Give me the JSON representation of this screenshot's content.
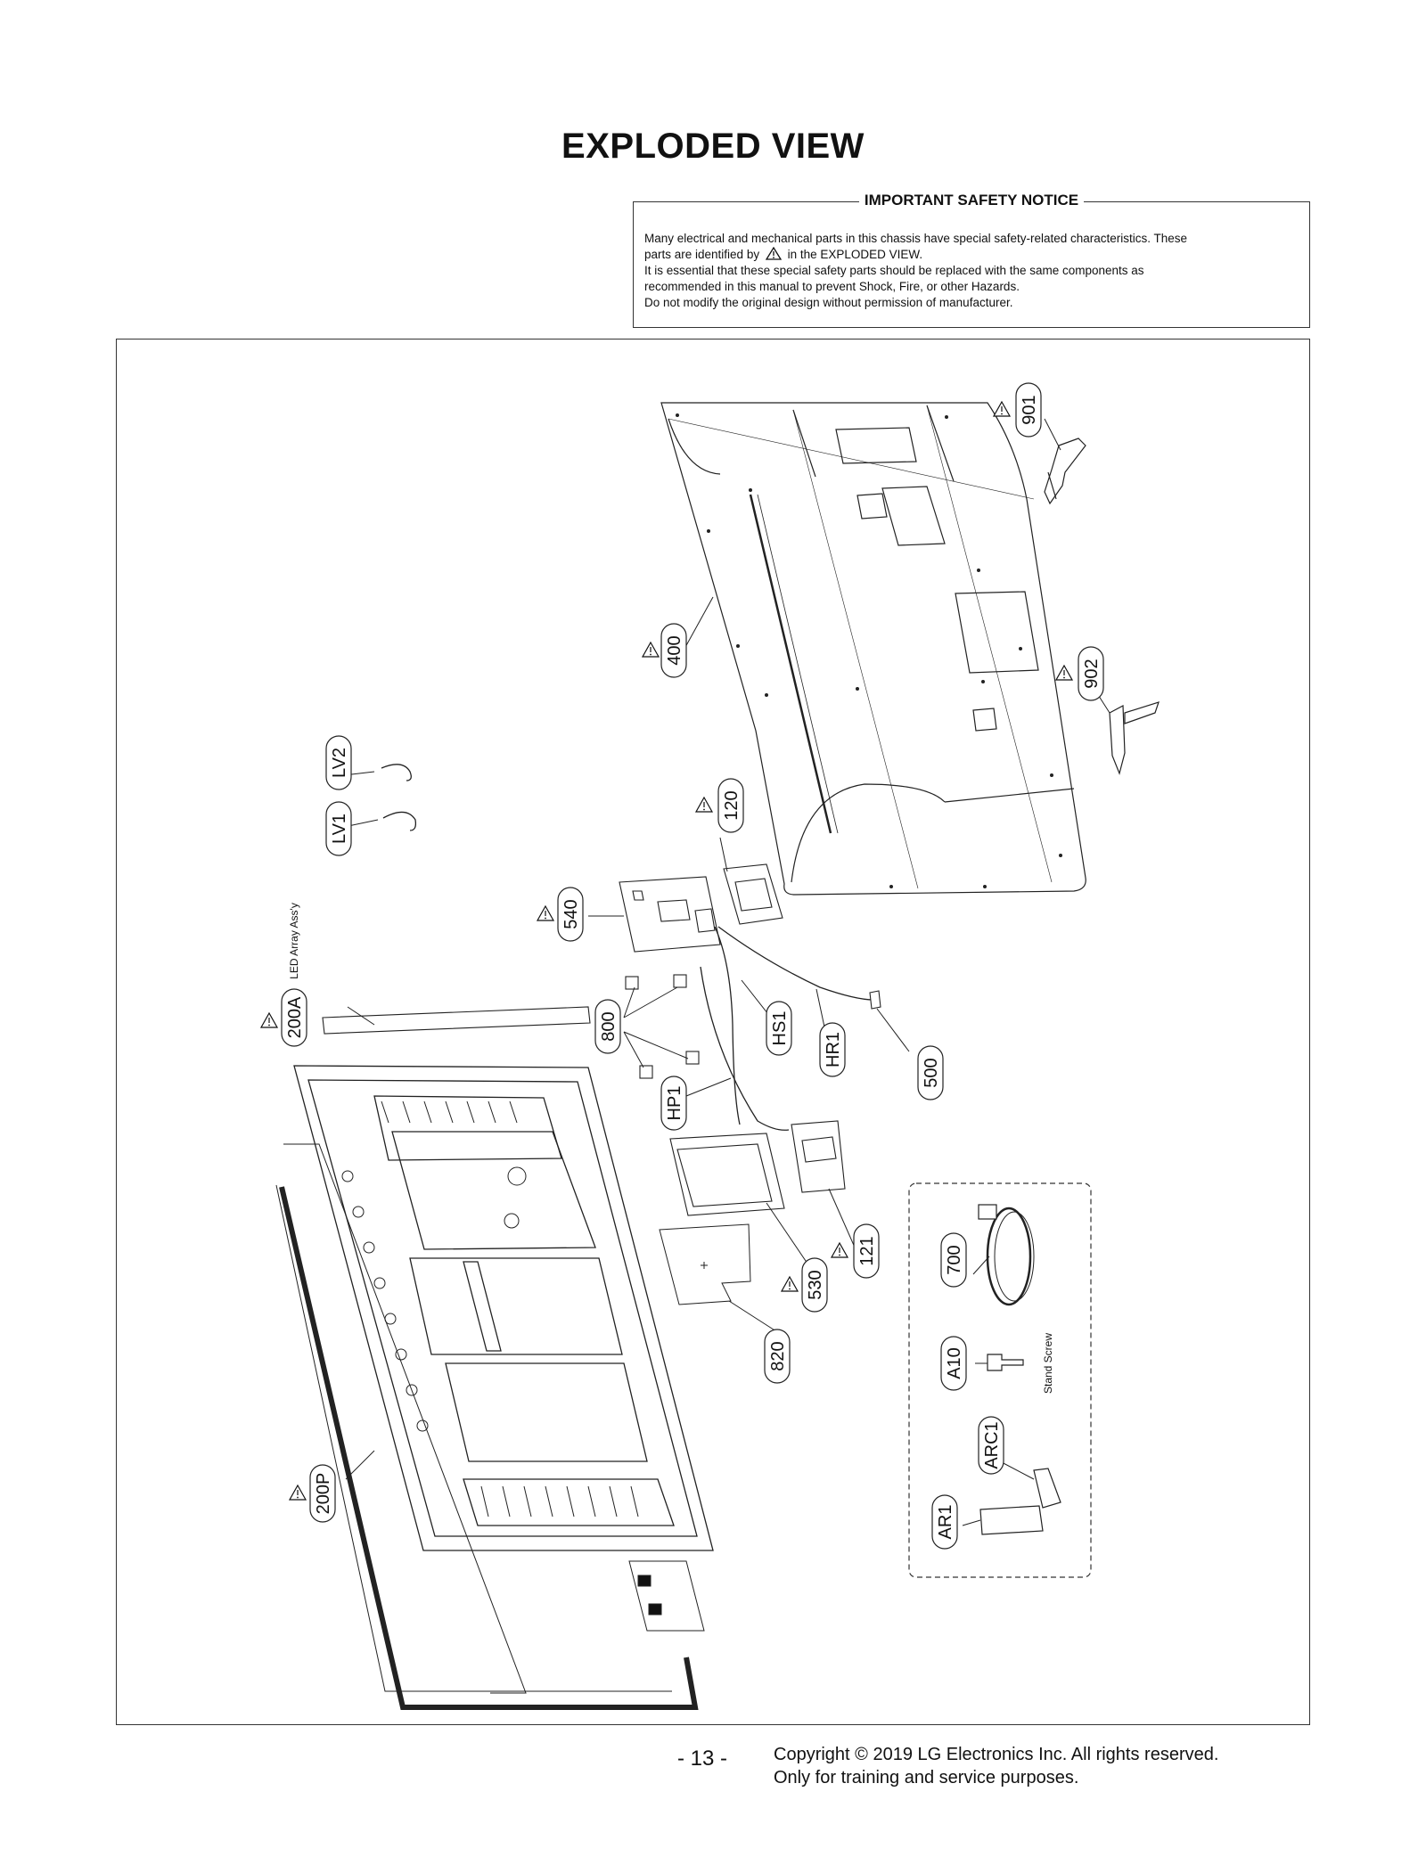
{
  "page": {
    "title": "EXPLODED VIEW",
    "page_number": "- 13 -",
    "copyright_line1": "Copyright © 2019 LG Electronics Inc. All rights reserved.",
    "copyright_line2": "Only for training and service purposes."
  },
  "notice": {
    "title": "IMPORTANT SAFETY NOTICE",
    "line1": "Many electrical and mechanical parts in this chassis have special safety-related characteristics. These",
    "line2a": "parts are identified by",
    "line2b": "in the EXPLODED VIEW.",
    "line3": "It is essential that these special safety parts should be replaced with the same components as",
    "line4": "recommended in this manual to prevent Shock, Fire, or other Hazards.",
    "line5": "Do not modify the original design without permission of manufacturer."
  },
  "parts": {
    "p901": "901",
    "p902": "902",
    "p400": "400",
    "p120": "120",
    "p540": "540",
    "lv1": "LV1",
    "lv2": "LV2",
    "p200a": "200A",
    "led_array": "LED Array Ass'y",
    "p800": "800",
    "hs1": "HS1",
    "hr1": "HR1",
    "p500": "500",
    "hp1": "HP1",
    "p121": "121",
    "p530": "530",
    "p820": "820",
    "p700": "700",
    "a10": "A10",
    "stand_screw": "Stand Screw",
    "arc1": "ARC1",
    "ar1": "AR1",
    "p200p": "200P"
  }
}
